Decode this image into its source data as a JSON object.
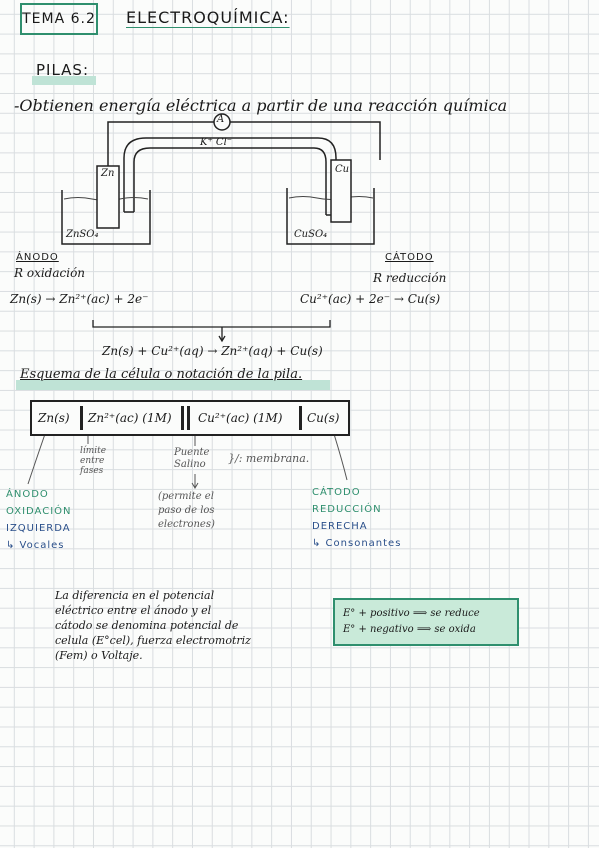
{
  "header": {
    "tema": "TEMA 6.2",
    "title": "ELECTROQUÍMICA:"
  },
  "section": {
    "heading": "PILAS:",
    "bullet": "-Obtienen energía eléctrica a partir de una reacción química"
  },
  "diagram": {
    "ammeter": "A",
    "bridge_ions": "K⁺ Cl⁻",
    "electrode_left": "Zn",
    "electrode_right": "Cu",
    "solution_left": "ZnSO₄",
    "solution_right": "CuSO₄"
  },
  "anode": {
    "name": "ÁNODO",
    "process": "R oxidación",
    "equation": "Zn(s) → Zn²⁺(ac) + 2e⁻"
  },
  "cathode": {
    "name": "CÁTODO",
    "process": "R reducción",
    "equation": "Cu²⁺(ac) + 2e⁻ → Cu(s)"
  },
  "overall": "Zn(s) + Cu²⁺(aq) → Zn²⁺(aq) + Cu(s)",
  "schema": {
    "heading": "Esquema de la célula o notación de la pila.",
    "cells": [
      "Zn(s)",
      "Zn²⁺(ac) (1M)",
      "Cu²⁺(ac) (1M)",
      "Cu(s)"
    ],
    "label_limit": [
      "límite",
      "entre",
      "fases"
    ],
    "label_bridge": [
      "Puente",
      "Salino"
    ],
    "label_membrane": "}/: membrana.",
    "label_bridge_note": [
      "(permite el",
      "paso de los",
      "electrones)"
    ]
  },
  "left_legend": {
    "l1": "ÁNODO",
    "l2": "OXIDACIÓN",
    "l3": "IZQUIERDA",
    "l4": "↳ Vocales"
  },
  "right_legend": {
    "l1": "CÁTODO",
    "l2": "REDUCCIÓN",
    "l3": "DERECHA",
    "l4": "↳ Consonantes"
  },
  "paragraph": [
    "La diferencia en el potencial",
    "eléctrico entre el ánodo y el",
    "cátodo se denomina potencial de",
    "celula (E°cel), fuerza electromotriz",
    "(Fem) o Voltaje."
  ],
  "note": {
    "line1": "E° + positivo ⟹ se reduce",
    "line2": "E° + negativo ⟹ se oxida"
  },
  "colors": {
    "accent": "#2f8f6e",
    "highlight": "#bfe3d6",
    "blue": "#2a4f8a"
  }
}
